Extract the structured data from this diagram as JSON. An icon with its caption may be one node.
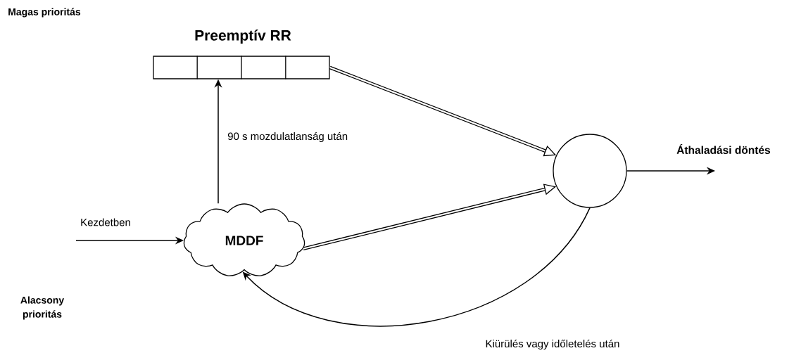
{
  "diagram": {
    "nodes": [
      {
        "text": [
          "Preemptív RR"
        ]
      },
      {
        "text": [
          "MDDF"
        ]
      },
      {
        "text": [],
        "shape": "circle"
      }
    ],
    "edges": [
      {
        "from": 1,
        "to": 0,
        "arrow": "to",
        "label": "90 s mozdulatlanság után"
      },
      {
        "from": 0,
        "to": 2,
        "arrow": "to",
        "style": "thick"
      },
      {
        "from": 1,
        "to": 2,
        "arrow": "to",
        "style": "thick"
      },
      {
        "from": 2,
        "to": null,
        "arrow": "to",
        "label": "Áthaladási döntés"
      },
      {
        "from": null,
        "to": 1,
        "arrow": "to",
        "label": "Kezdetben"
      },
      {
        "from": 2,
        "to": 1,
        "arrow": "to",
        "label": "Kiürülés vagy időletelés után"
      }
    ],
    "labels": [
      "Magas prioritás",
      "Alacsony prioritás"
    ]
  }
}
